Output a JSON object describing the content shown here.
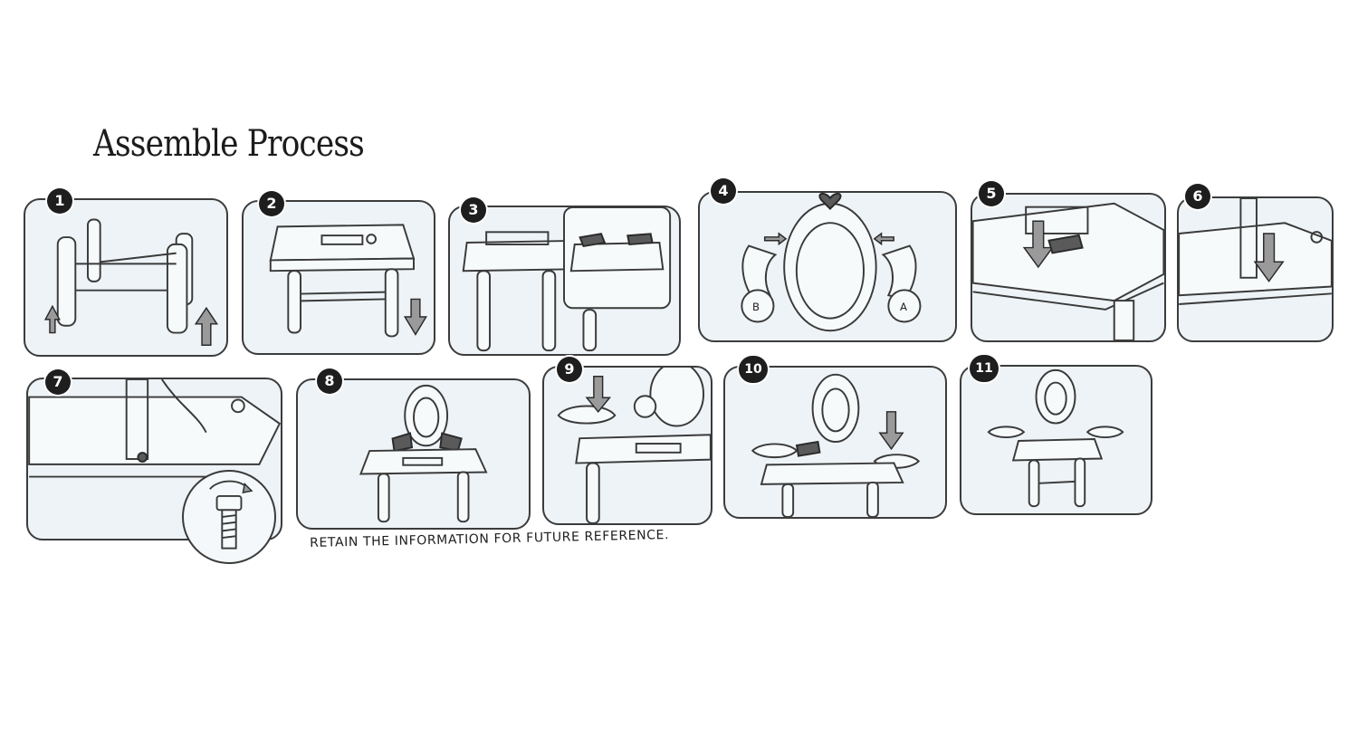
{
  "title": "Assemble Process",
  "steps": [
    {
      "number": "1"
    },
    {
      "number": "2"
    },
    {
      "number": "3"
    },
    {
      "number": "4",
      "part_left": "B",
      "part_right": "A"
    },
    {
      "number": "5"
    },
    {
      "number": "6"
    },
    {
      "number": "7"
    },
    {
      "number": "8"
    },
    {
      "number": "9"
    },
    {
      "number": "10"
    },
    {
      "number": "11"
    }
  ],
  "footer": "RETAIN THE INFORMATION FOR FUTURE REFERENCE.",
  "colors": {
    "panel_background": "#edf3f6",
    "outline": "#3c3c3c",
    "badge": "#1e1e1e"
  }
}
